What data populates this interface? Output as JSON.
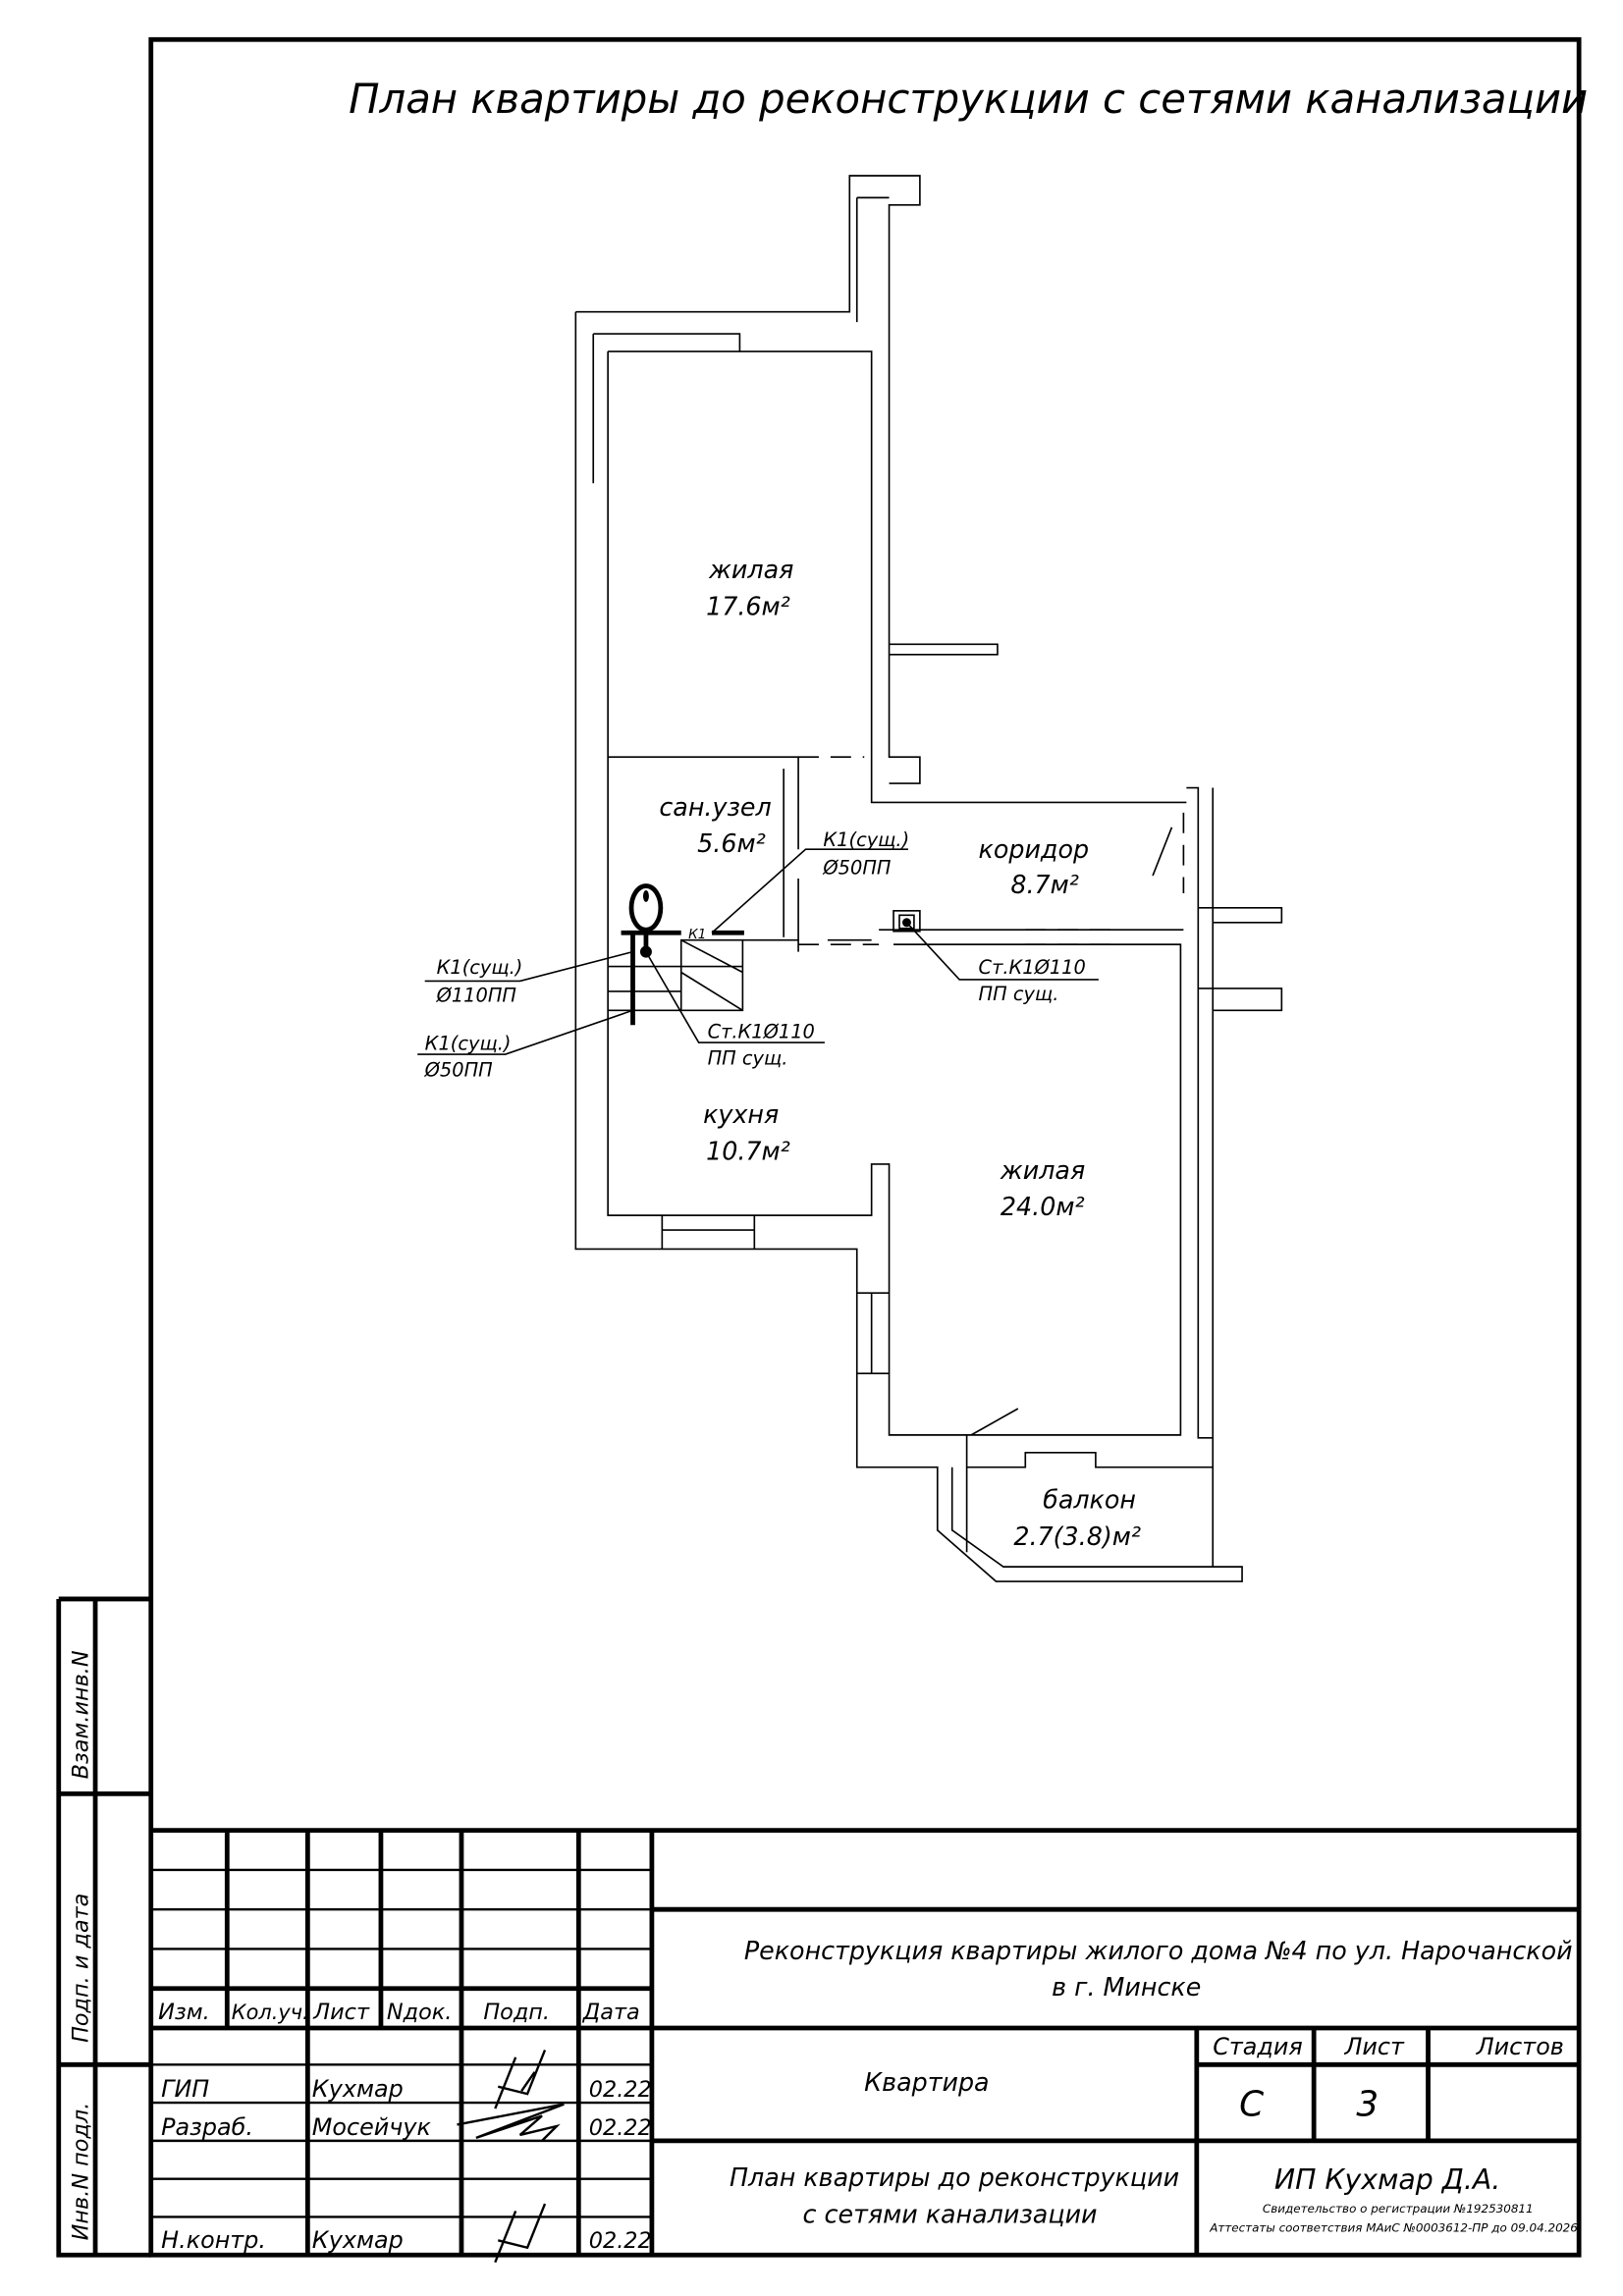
{
  "drawing_title": "План квартиры до реконструкции с сетями канализации",
  "rooms": [
    {
      "name": "жилая",
      "area": "17.6м²"
    },
    {
      "name": "сан.узел",
      "area": "5.6м²"
    },
    {
      "name": "коридор",
      "area": "8.7м²"
    },
    {
      "name": "кухня",
      "area": "10.7м²"
    },
    {
      "name": "жилая",
      "area": "24.0м²"
    },
    {
      "name": "балкон",
      "area": "2.7(3.8)м²"
    }
  ],
  "annotations": [
    {
      "line1": "К1(сущ.)",
      "line2": "Ø50ПП"
    },
    {
      "line1": "К1(сущ.)",
      "line2": "Ø110ПП"
    },
    {
      "line1": "К1(сущ.)",
      "line2": "Ø50ПП"
    },
    {
      "line1": "Ст.К1Ø110",
      "line2": "ПП сущ."
    },
    {
      "line1": "Ст.К1Ø110",
      "line2": "ПП сущ."
    }
  ],
  "pipe_label": "К1",
  "side_stamp": {
    "vzam": "Взам.инв.N",
    "podp": "Подп. и дата",
    "inv": "Инв.N подл."
  },
  "title_block": {
    "headers": [
      "Изм.",
      "Кол.уч.",
      "Лист",
      "Nдок.",
      "Подп.",
      "Дата"
    ],
    "signers": [
      {
        "role": "ГИП",
        "name": "Кухмар",
        "date": "02.22"
      },
      {
        "role": "Разраб.",
        "name": "Мосейчук",
        "date": "02.22"
      },
      {
        "role": "Н.контр.",
        "name": "Кухмар",
        "date": "02.22"
      }
    ],
    "project_line1": "Реконструкция квартиры жилого дома №4 по ул. Нарочанской",
    "project_line2": "в г. Минске",
    "object": "Квартира",
    "stage_label": "Стадия",
    "sheet_label": "Лист",
    "sheets_label": "Листов",
    "stage": "С",
    "sheet": "3",
    "sheets": "",
    "sheet_title_line1": "План квартиры до реконструкции",
    "sheet_title_line2": "с сетями канализации",
    "company": "ИП Кухмар Д.А.",
    "registration": "Свидетельство о регистрации №192530811",
    "attestation": "Аттестаты соответствия МАиС №0003612-ПР до 09.04.2026"
  }
}
